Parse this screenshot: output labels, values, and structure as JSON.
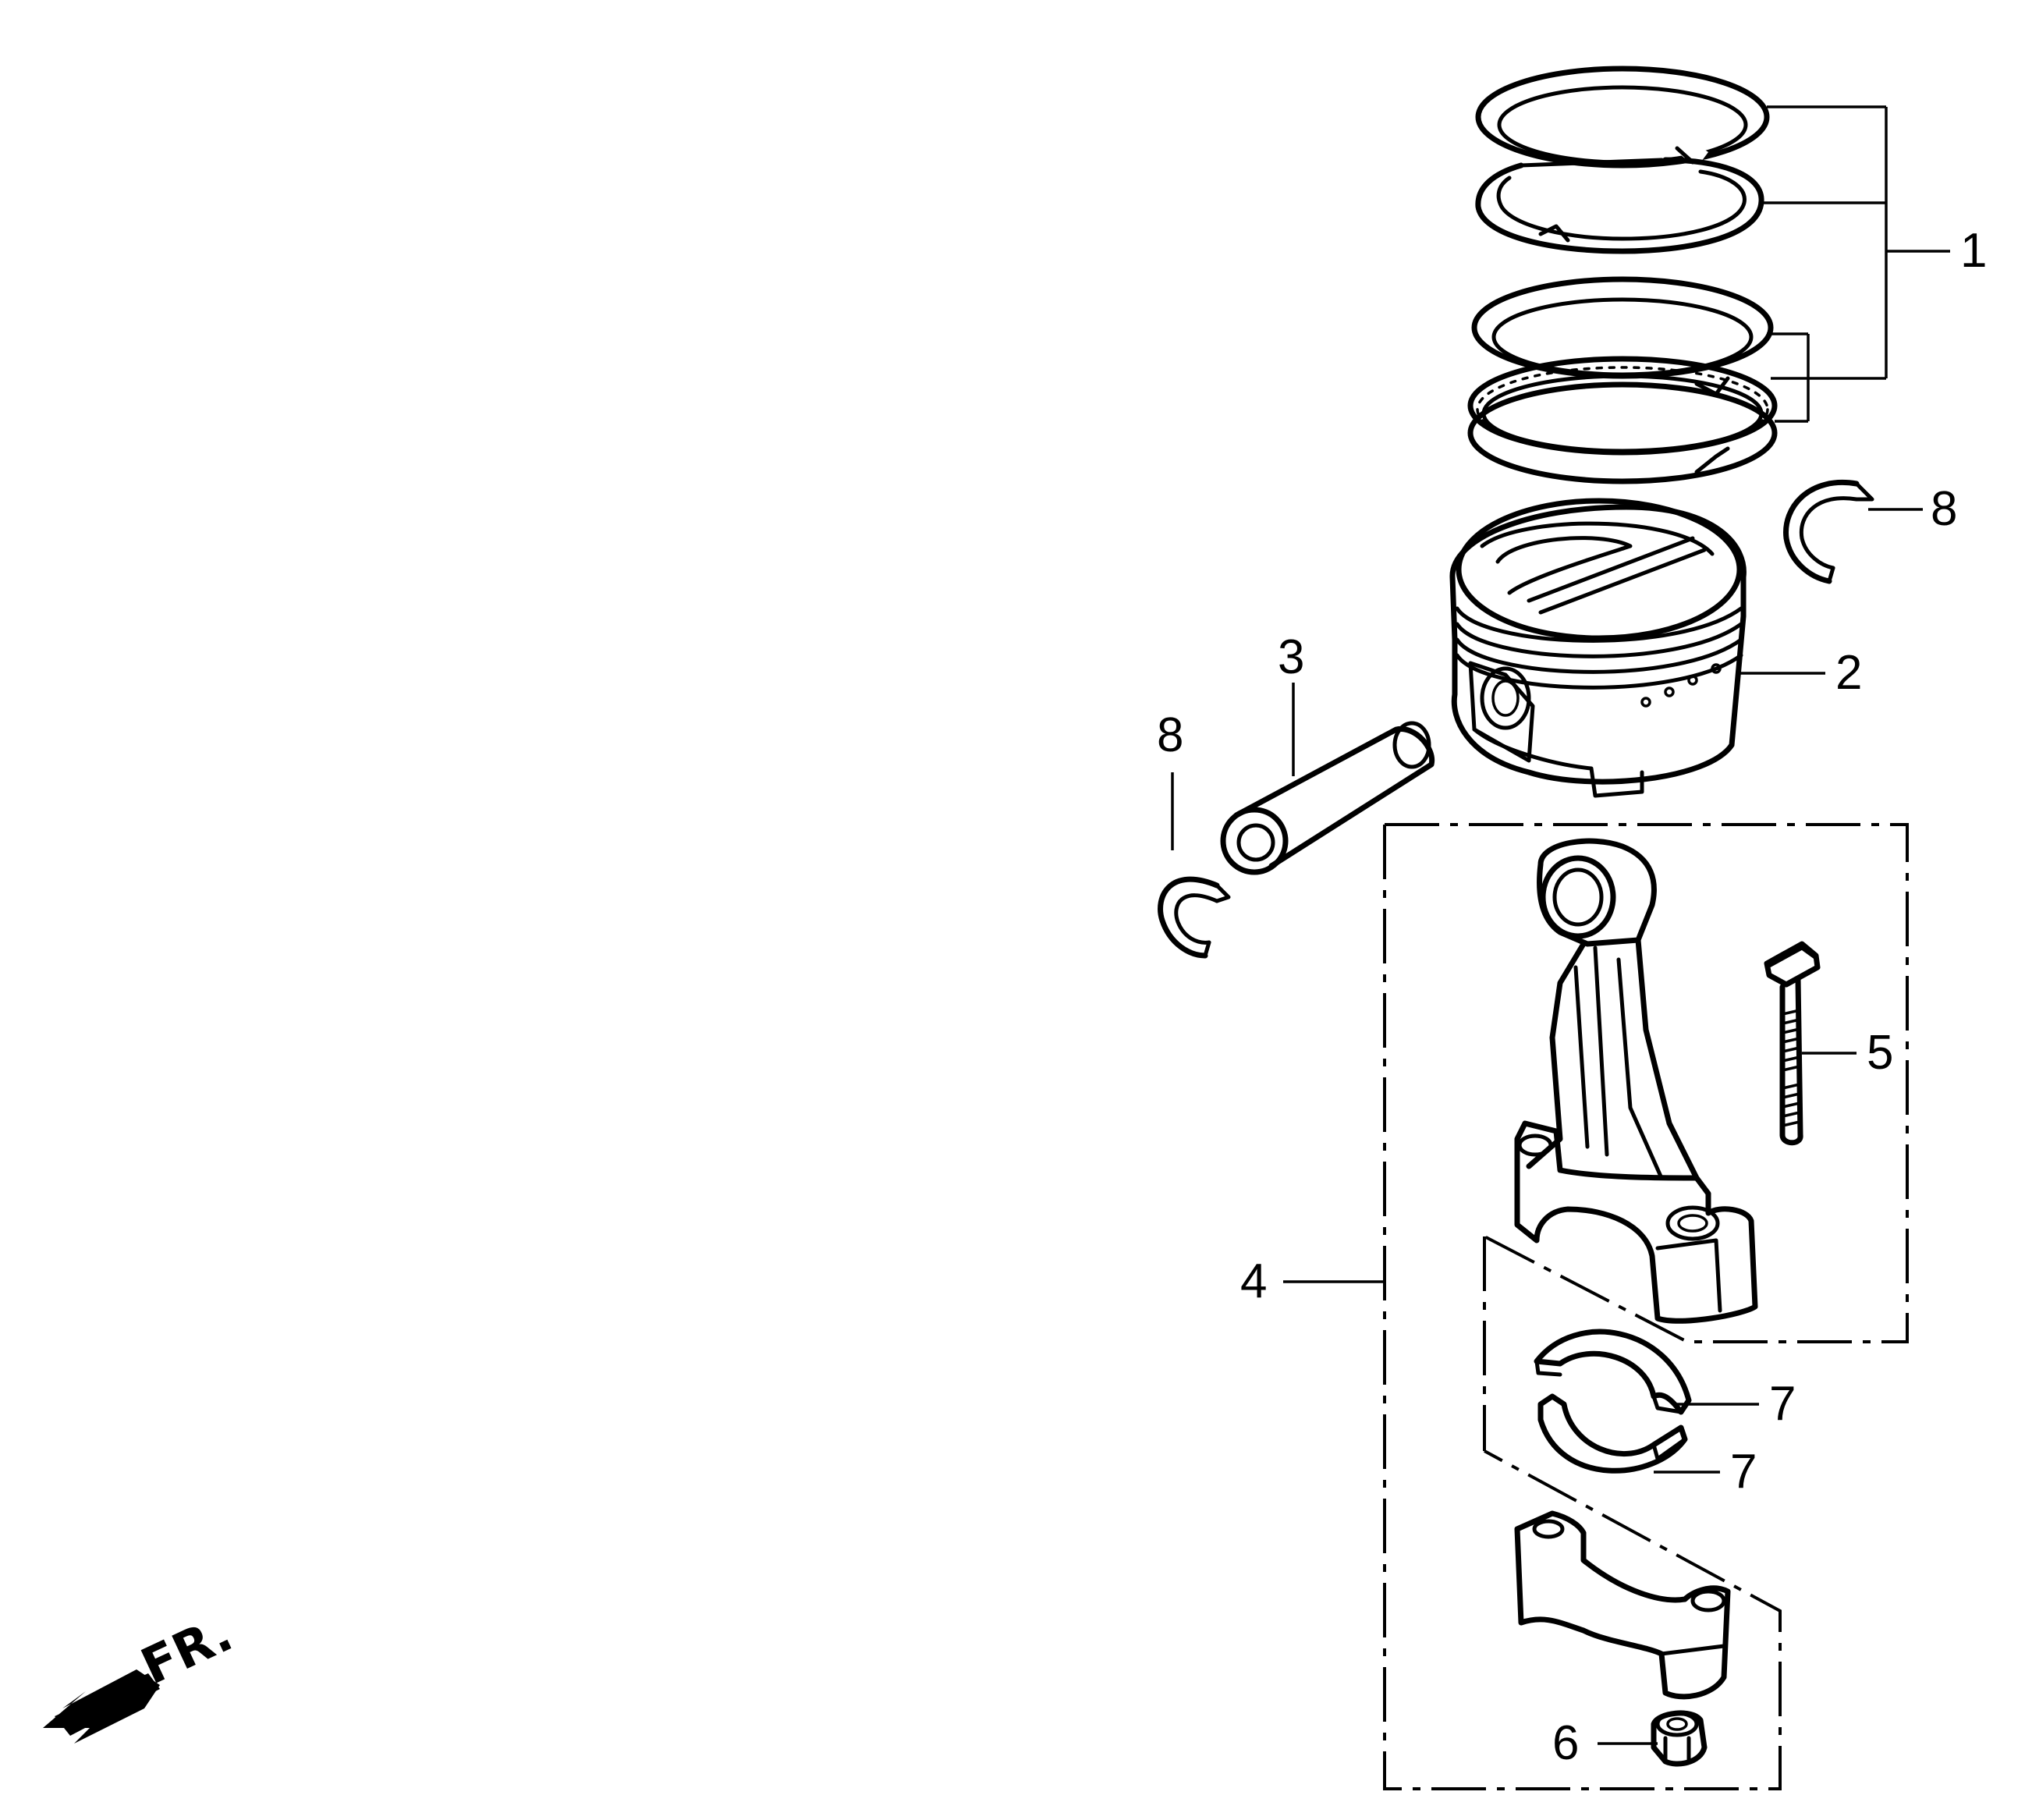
{
  "callouts": {
    "piston_ring_set": "1",
    "piston": "2",
    "piston_pin": "3",
    "connecting_rod": "4",
    "connecting_rod_bolt": "5",
    "connecting_rod_nut": "6",
    "bearing_upper": "7",
    "bearing_lower": "7",
    "pin_clip_right": "8",
    "pin_clip_left": "8"
  },
  "direction": {
    "label": "FR."
  }
}
